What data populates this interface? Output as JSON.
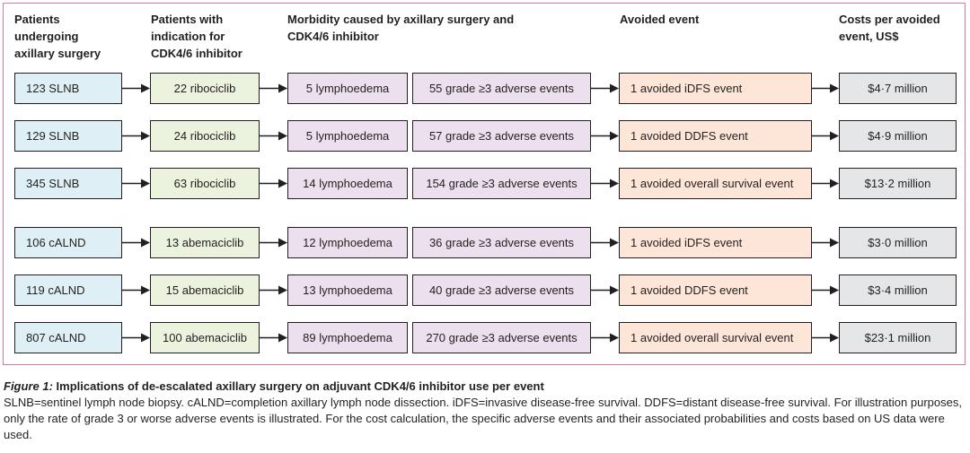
{
  "headers": {
    "col1": "Patients\nundergoing\naxillary surgery",
    "col2": "Patients with\nindication for\nCDK4/6 inhibitor",
    "col3": "Morbidity caused by axillary surgery and\nCDK4/6 inhibitor",
    "col4": "Avoided event",
    "col5": "Costs per avoided\nevent, US$"
  },
  "rows": [
    {
      "surgery": "123 SLNB",
      "cdk": "22 ribociclib",
      "lymph": "5 lymphoedema",
      "adverse": "55 grade ≥3 adverse events",
      "event": "1 avoided iDFS event",
      "cost": "$4·7 million"
    },
    {
      "surgery": "129 SLNB",
      "cdk": "24 ribociclib",
      "lymph": "5 lymphoedema",
      "adverse": "57 grade ≥3 adverse events",
      "event": "1 avoided DDFS event",
      "cost": "$4·9 million"
    },
    {
      "surgery": "345 SLNB",
      "cdk": "63 ribociclib",
      "lymph": "14 lymphoedema",
      "adverse": "154 grade ≥3 adverse events",
      "event": "1 avoided overall survival event",
      "cost": "$13·2 million"
    },
    {
      "surgery": "106 cALND",
      "cdk": "13 abemaciclib",
      "lymph": "12 lymphoedema",
      "adverse": "36 grade ≥3 adverse events",
      "event": "1 avoided iDFS event",
      "cost": "$3·0 million"
    },
    {
      "surgery": "119 cALND",
      "cdk": "15 abemaciclib",
      "lymph": "13 lymphoedema",
      "adverse": "40 grade ≥3 adverse events",
      "event": "1 avoided DDFS event",
      "cost": "$3·4 million"
    },
    {
      "surgery": "807 cALND",
      "cdk": "100 abemaciclib",
      "lymph": "89 lymphoedema",
      "adverse": "270 grade ≥3 adverse events",
      "event": "1 avoided overall survival event",
      "cost": "$23·1 million"
    }
  ],
  "caption": {
    "label": "Figure 1:",
    "title": "Implications of de-escalated axillary surgery on adjuvant CDK4/6 inhibitor use per event",
    "body": "SLNB=sentinel lymph node biopsy. cALND=completion axillary lymph node dissection. iDFS=invasive disease-free survival. DDFS=distant disease-free survival. For illustration purposes, only the rate of grade 3 or worse adverse events is illustrated. For the cost calculation, the specific adverse events and their associated probabilities and costs based on US data  were used."
  },
  "colors": {
    "frame": "#d5789a",
    "surgery_box": "#def0f5",
    "cdk_box": "#ebf2de",
    "morbidity_box": "#ece0ee",
    "event_box": "#fde6d7",
    "cost_box": "#e4e6e8"
  }
}
